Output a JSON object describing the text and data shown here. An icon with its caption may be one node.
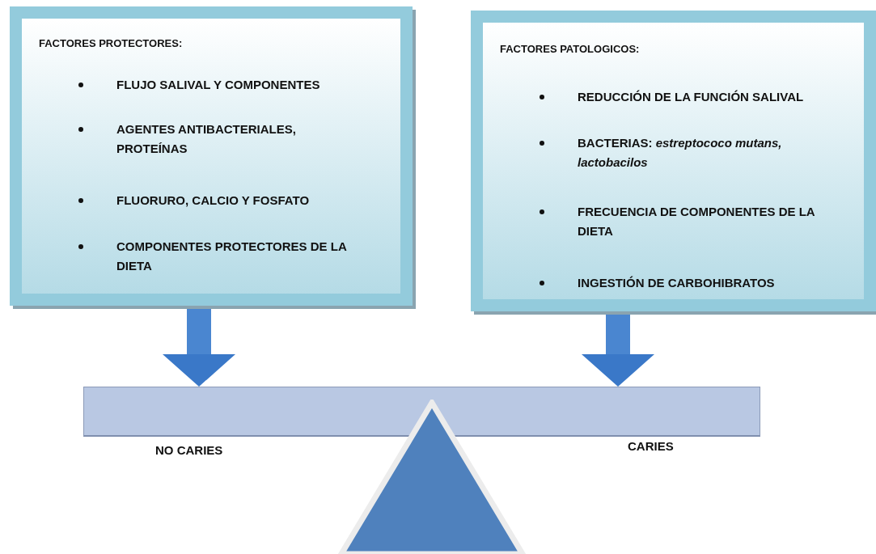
{
  "diagram": {
    "nodes": [
      {
        "text": [
          "FACTORES PROTECTORES:",
          "FLUJO SALIVAL Y COMPONENTES",
          "AGENTES ANTIBACTERIALES, PROTEÍNAS",
          "FLUORURO, CALCIO Y FOSFATO",
          "COMPONENTES PROTECTORES DE LA DIETA"
        ]
      },
      {
        "text": [
          "FACTORES PATOLOGICOS:",
          "REDUCCIÓN DE LA FUNCIÓN SALIVAL",
          "BACTERIAS: *estreptococo mutans, lactobacilos*",
          "FRECUENCIA DE COMPONENTES DE LA DIETA",
          "INGESTIÓN DE CARBOHIBRATOS"
        ]
      },
      {
        "text": [],
        "shape": "bar",
        "beside": [
          "NO CARIES",
          "CARIES"
        ]
      },
      {
        "text": [],
        "shape": "triangle"
      }
    ],
    "edges": [
      {
        "from": 0,
        "to": 2,
        "arrow": "to"
      },
      {
        "from": 1,
        "to": 2,
        "arrow": "to"
      }
    ]
  }
}
